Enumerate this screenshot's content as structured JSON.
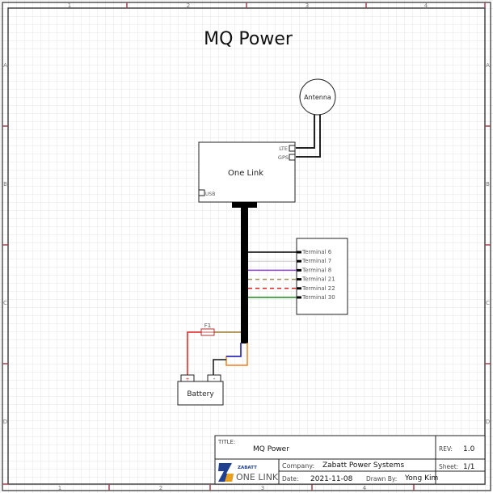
{
  "title": "MQ Power",
  "border": {
    "columns": [
      "1",
      "2",
      "3",
      "4"
    ],
    "rows": [
      "A",
      "B",
      "C",
      "D"
    ]
  },
  "components": {
    "antenna": {
      "label": "Antenna"
    },
    "one_link": {
      "label": "One Link",
      "ports": {
        "lte": "LTE",
        "gps": "GPS",
        "usb": "USB"
      }
    },
    "terminal_block": {
      "terminals": [
        {
          "label": "Terminal 6",
          "wire_color": "#000000",
          "style": "solid"
        },
        {
          "label": "Terminal 7",
          "wire_color": "#c8c8c8",
          "style": "solid"
        },
        {
          "label": "Terminal 8",
          "wire_color": "#8a3fd8",
          "style": "solid"
        },
        {
          "label": "Terminal 21",
          "wire_color": "#9b8a5a",
          "style": "dashed"
        },
        {
          "label": "Terminal 22",
          "wire_color": "#e02020",
          "style": "dashed"
        },
        {
          "label": "Terminal 30",
          "wire_color": "#1f8a1f",
          "style": "solid"
        }
      ]
    },
    "fuse": {
      "label": "F1"
    },
    "battery": {
      "label": "Battery",
      "positive": "+",
      "negative": "-"
    }
  },
  "wire_colors": {
    "harness": "#000000",
    "battery_positive": "#e02020",
    "fuse_out": "#a07830",
    "blue": "#1020d0",
    "orange": "#f08020",
    "ground": "#000000"
  },
  "title_block": {
    "title_label": "TITLE:",
    "title_value": "MQ Power",
    "rev_label": "REV:",
    "rev_value": "1.0",
    "company_label": "Company:",
    "company_value": "Zabatt Power Systems",
    "sheet_label": "Sheet:",
    "sheet_value": "1/1",
    "date_label": "Date:",
    "date_value": "2021-11-08",
    "drawn_by_label": "Drawn By:",
    "drawn_by_value": "Yong Kim",
    "logo_small": "ZABATT",
    "logo_large": "ONE LINK"
  }
}
